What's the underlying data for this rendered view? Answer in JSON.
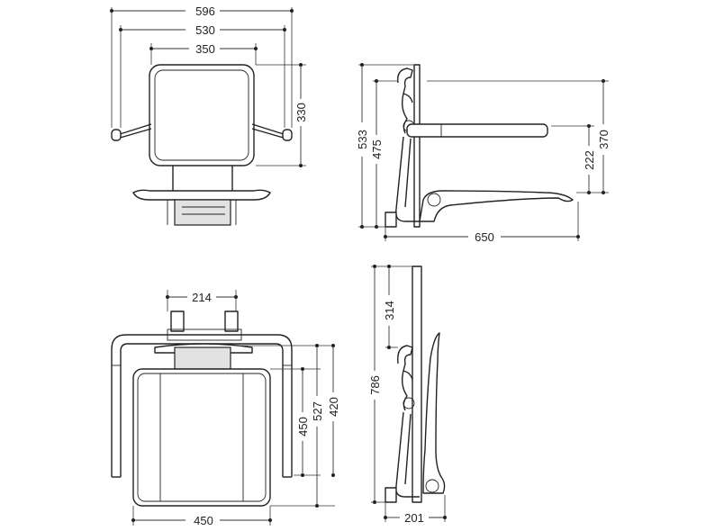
{
  "dimensions": {
    "front_width_total": "596",
    "front_width_armrests": "530",
    "front_width_backrest": "350",
    "front_backrest_height": "330",
    "side_height_total": "533",
    "side_height_bracket": "475",
    "side_arm_height": "370",
    "side_seat_to_arm": "222",
    "side_depth": "650",
    "top_bracket_width": "214",
    "top_depth_450": "450",
    "top_depth_527": "527",
    "top_depth_420": "420",
    "top_seat_width": "450",
    "folded_height_total": "786",
    "folded_top_offset": "314",
    "folded_depth": "201"
  }
}
